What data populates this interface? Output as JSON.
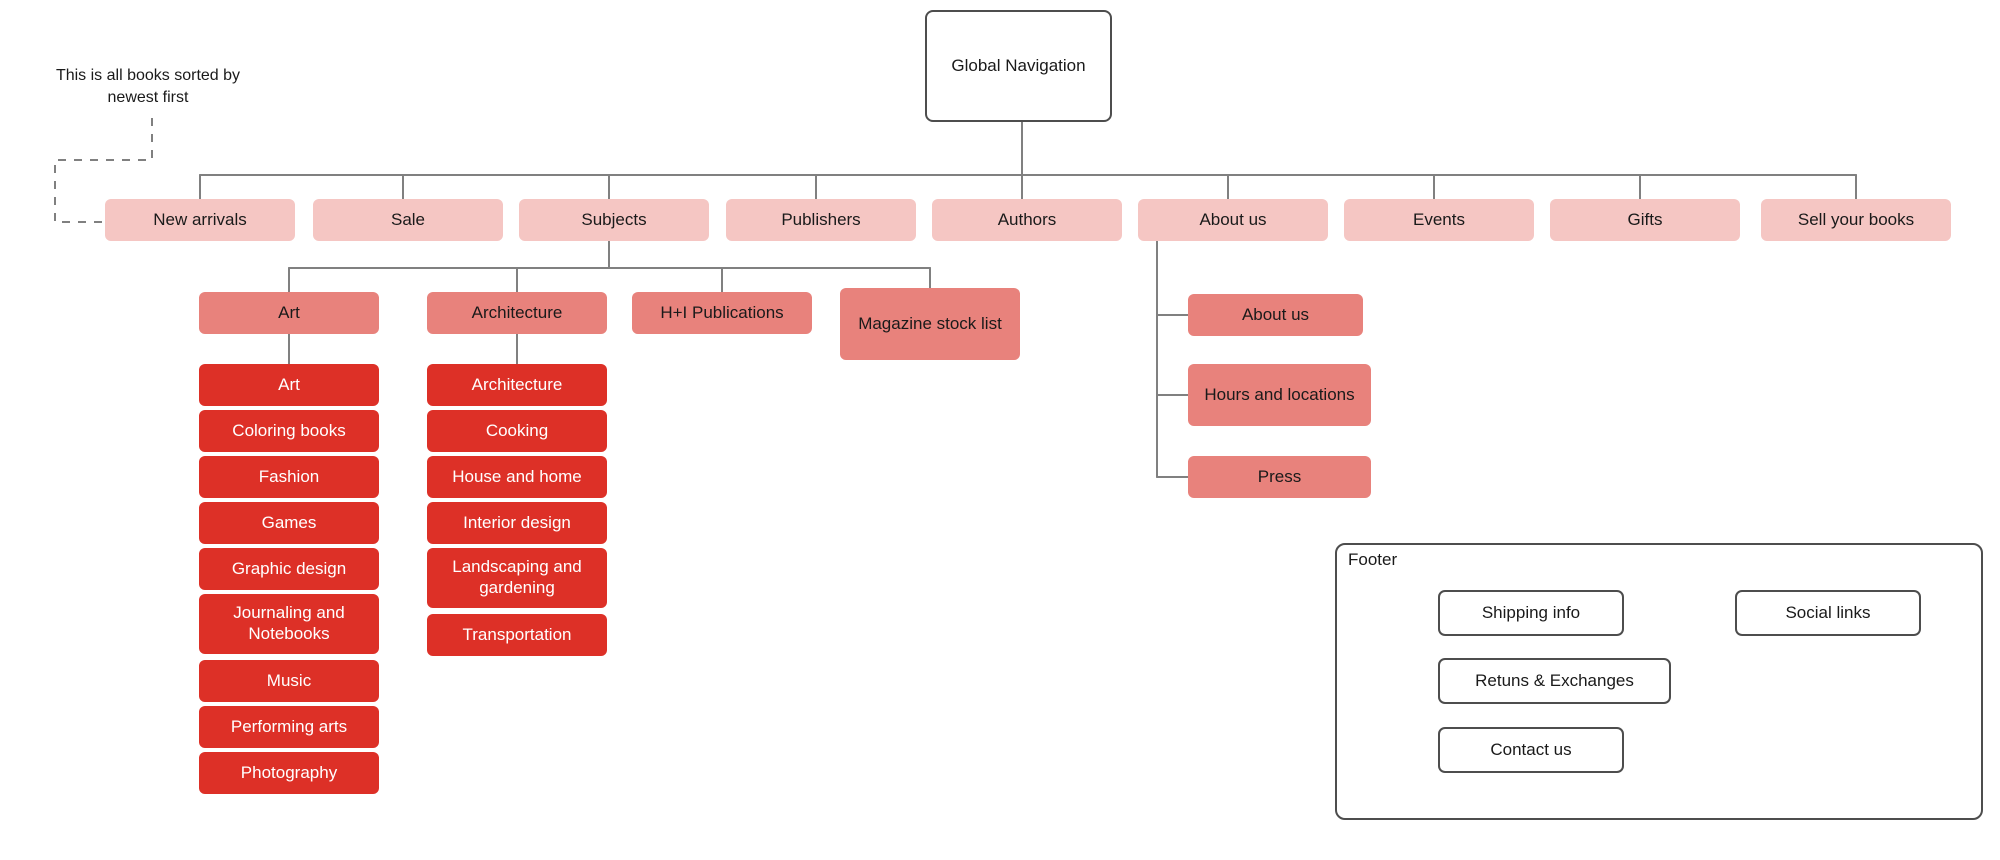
{
  "diagram": {
    "title": "Global Navigation",
    "annotation": "This is all books sorted by\nnewest first",
    "colors": {
      "level1": "#f5c6c3",
      "level2": "#e8827c",
      "level3": "#dd3027",
      "line": "#808080",
      "outline": "#4d4d4d",
      "background": "#ffffff"
    }
  },
  "root": {
    "label": "Global Navigation"
  },
  "nav": {
    "items": [
      {
        "label": "New arrivals"
      },
      {
        "label": "Sale"
      },
      {
        "label": "Subjects"
      },
      {
        "label": "Publishers"
      },
      {
        "label": "Authors"
      },
      {
        "label": "About us"
      },
      {
        "label": "Events"
      },
      {
        "label": "Gifts"
      },
      {
        "label": "Sell your books"
      }
    ]
  },
  "subjects": {
    "children": [
      {
        "label": "Art"
      },
      {
        "label": "Architecture"
      },
      {
        "label": "H+I Publications"
      },
      {
        "label": "Magazine stock list"
      }
    ]
  },
  "art_column": {
    "items": [
      {
        "label": "Art"
      },
      {
        "label": "Coloring books"
      },
      {
        "label": "Fashion"
      },
      {
        "label": "Games"
      },
      {
        "label": "Graphic design"
      },
      {
        "label": "Journaling and Notebooks"
      },
      {
        "label": "Music"
      },
      {
        "label": "Performing arts"
      },
      {
        "label": "Photography"
      }
    ]
  },
  "architecture_column": {
    "items": [
      {
        "label": "Architecture"
      },
      {
        "label": "Cooking"
      },
      {
        "label": "House and home"
      },
      {
        "label": "Interior design"
      },
      {
        "label": "Landscaping and gardening"
      },
      {
        "label": "Transportation"
      }
    ]
  },
  "about_us_column": {
    "items": [
      {
        "label": "About us"
      },
      {
        "label": "Hours and locations"
      },
      {
        "label": "Press"
      }
    ]
  },
  "footer": {
    "title": "Footer",
    "left_items": [
      {
        "label": "Shipping info"
      },
      {
        "label": "Retuns & Exchanges"
      },
      {
        "label": "Contact us"
      }
    ],
    "right_items": [
      {
        "label": "Social links"
      }
    ]
  }
}
